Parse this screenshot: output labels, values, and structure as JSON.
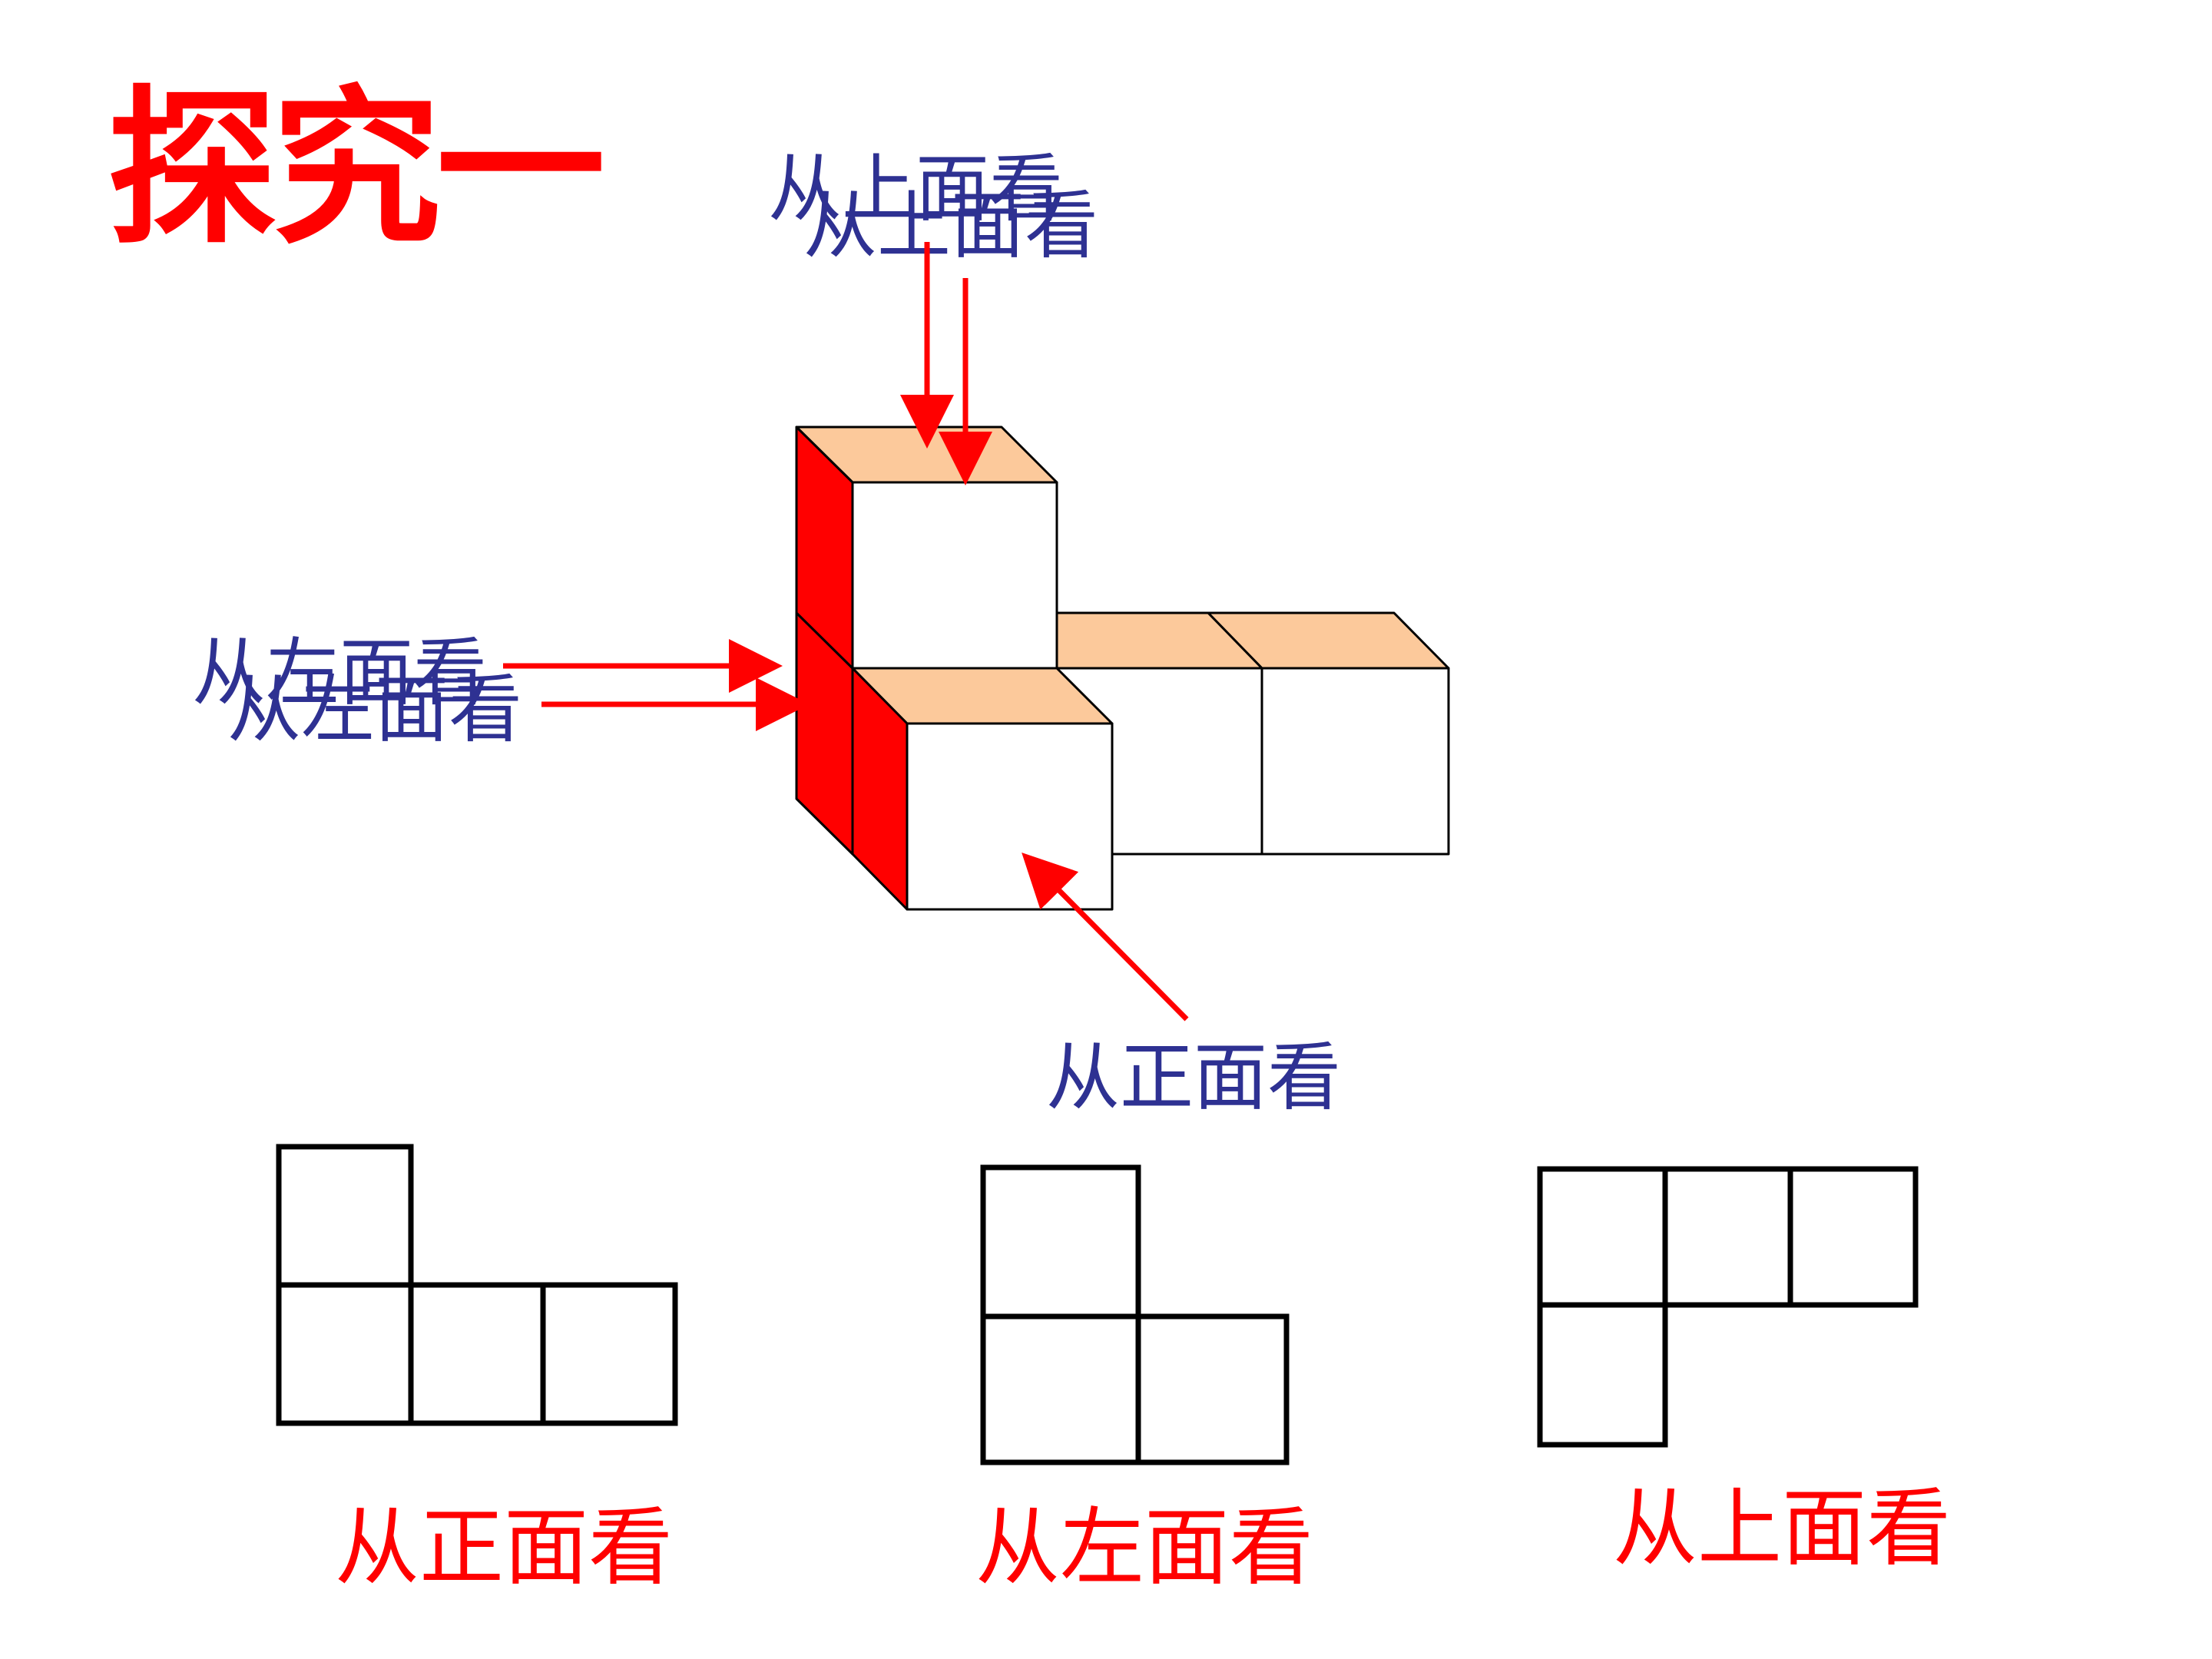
{
  "title": "探究一",
  "view_labels": {
    "top": "从上面看",
    "left": "从左面看",
    "front": "从正面看"
  },
  "captions": {
    "front": "从正面看",
    "left": "从左面看",
    "top": "从上面看"
  },
  "colors": {
    "title": "#ff0000",
    "label": "#2e3192",
    "arrow": "#ff0000",
    "cube_top": "#fcc99b",
    "cube_side": "#ff0000",
    "cube_front": "#ffffff",
    "outline": "#000000"
  }
}
